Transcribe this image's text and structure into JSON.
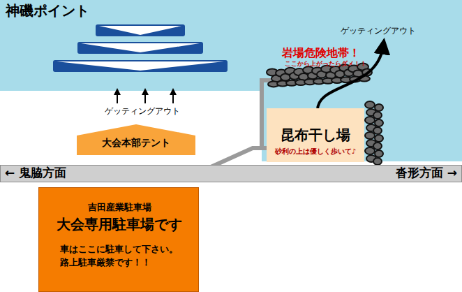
{
  "diagram": {
    "nodes": [
      {
        "text": [
          "神磯ポイント"
        ]
      },
      {
        "text": [
          "大会本部テント"
        ]
      },
      {
        "text": [
          "昆布干し場",
          "砂利の上は優しく歩いて♪"
        ]
      },
      {
        "text": [
          "← 鬼脇方面",
          "沓形方面 →"
        ]
      },
      {
        "text": [
          "吉田産業駐車場",
          "大会専用駐車場です",
          "車はここに駐車して下さい。",
          "路上駐車厳禁です！！"
        ]
      }
    ],
    "labels": [
      "ゲッティングアウト",
      "ゲッティングアウト",
      "岩場危険地帯！",
      "ここから上がったらダメ！！"
    ]
  }
}
